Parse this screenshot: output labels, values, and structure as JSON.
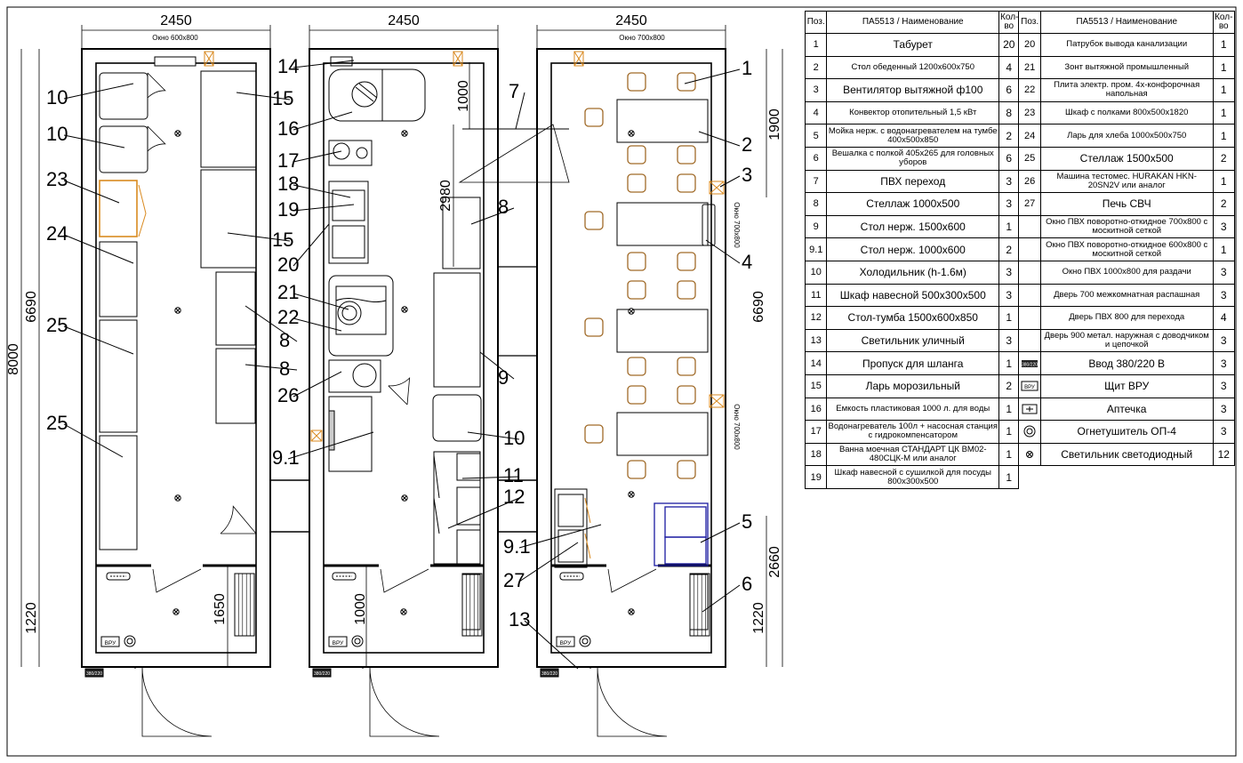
{
  "dims": {
    "width_label": "2450",
    "total_height": "8000",
    "hall_length": "6690",
    "vestibule": "1220",
    "d1650": "1650",
    "d1000": "1000",
    "d2980": "2980",
    "d1900": "1900",
    "d2660": "2660",
    "win1_label": "Окно 600х800",
    "win3_label": "Окно 700х800",
    "side_window": "Окно 700х800"
  },
  "callouts": {
    "p1": [
      "10",
      "10",
      "23",
      "24",
      "25",
      "25",
      "15",
      "15",
      "8",
      "8"
    ],
    "p2": [
      "14",
      "16",
      "17",
      "18",
      "19",
      "20",
      "21",
      "22",
      "26",
      "9.1",
      "7",
      "8",
      "9",
      "10",
      "11",
      "12",
      "9.1",
      "27",
      "13"
    ],
    "p3": [
      "1",
      "2",
      "3",
      "4",
      "5",
      "6"
    ]
  },
  "tags": {
    "vru": "ВРУ",
    "vvod": "380/220"
  },
  "legend": {
    "headers": {
      "pos": "Поз.",
      "name": "ПА5513 / Наименование",
      "qty": "Кол-во"
    },
    "left": [
      {
        "pos": "1",
        "name": "Табурет",
        "qty": "20"
      },
      {
        "pos": "2",
        "name": "Стол обеденный 1200х600х750",
        "qty": "4"
      },
      {
        "pos": "3",
        "name": "Вентилятор вытяжной ф100",
        "qty": "6"
      },
      {
        "pos": "4",
        "name": "Конвектор отопительный 1,5 кВт",
        "qty": "8"
      },
      {
        "pos": "5",
        "name": "Мойка нерж. с водонагревателем на тумбе 400х500х850",
        "qty": "2"
      },
      {
        "pos": "6",
        "name": "Вешалка с полкой 405х265 для головных уборов",
        "qty": "6"
      },
      {
        "pos": "7",
        "name": "ПВХ переход",
        "qty": "3"
      },
      {
        "pos": "8",
        "name": "Стеллаж 1000х500",
        "qty": "3"
      },
      {
        "pos": "9",
        "name": "Стол нерж. 1500х600",
        "qty": "1"
      },
      {
        "pos": "9.1",
        "name": "Стол нерж. 1000х600",
        "qty": "2"
      },
      {
        "pos": "10",
        "name": "Холодильник (h-1.6м)",
        "qty": "3"
      },
      {
        "pos": "11",
        "name": "Шкаф навесной 500х300х500",
        "qty": "3"
      },
      {
        "pos": "12",
        "name": "Стол-тумба 1500х600х850",
        "qty": "1"
      },
      {
        "pos": "13",
        "name": "Светильник уличный",
        "qty": "3"
      },
      {
        "pos": "14",
        "name": "Пропуск для шланга",
        "qty": "1"
      },
      {
        "pos": "15",
        "name": "Ларь морозильный",
        "qty": "2"
      },
      {
        "pos": "16",
        "name": "Емкость пластиковая 1000 л. для воды",
        "qty": "1"
      },
      {
        "pos": "17",
        "name": "Водонагреватель 100л + насосная станция с гидрокомпенсатором",
        "qty": "1"
      },
      {
        "pos": "18",
        "name": "Ванна моечная СТАНДАРТ ЦК ВМ02-480СЦК-М или аналог",
        "qty": "1"
      },
      {
        "pos": "19",
        "name": "Шкаф навесной с сушилкой для посуды 800х300х500",
        "qty": "1"
      }
    ],
    "right": [
      {
        "pos": "20",
        "name": "Патрубок вывода канализации",
        "qty": "1"
      },
      {
        "pos": "21",
        "name": "Зонт вытяжной промышленный",
        "qty": "1"
      },
      {
        "pos": "22",
        "name": "Плита электр. пром. 4х-конфорочная напольная",
        "qty": "1"
      },
      {
        "pos": "23",
        "name": "Шкаф с полками 800х500х1820",
        "qty": "1"
      },
      {
        "pos": "24",
        "name": "Ларь для хлеба 1000х500х750",
        "qty": "1"
      },
      {
        "pos": "25",
        "name": "Стеллаж 1500х500",
        "qty": "2"
      },
      {
        "pos": "26",
        "name": "Машина тестомес. HURAKAN HKN-20SN2V или аналог",
        "qty": "1"
      },
      {
        "pos": "27",
        "name": "Печь СВЧ",
        "qty": "2"
      },
      {
        "pos": "",
        "name": "Окно ПВХ поворотно-откидное 700х800 с москитной сеткой",
        "qty": "3"
      },
      {
        "pos": "",
        "name": "Окно ПВХ поворотно-откидное 600х800 с москитной сеткой",
        "qty": "1"
      },
      {
        "pos": "",
        "name": "Окно ПВХ 1000х800 для раздачи",
        "qty": "3"
      },
      {
        "pos": "",
        "name": "Дверь 700 межкомнатная распашная",
        "qty": "3"
      },
      {
        "pos": "",
        "name": "Дверь ПВХ 800 для перехода",
        "qty": "4"
      },
      {
        "pos": "",
        "name": "Дверь 900 метал. наружная с доводчиком и цепочкой",
        "qty": "3"
      },
      {
        "pos": "",
        "sym": "vvod",
        "sym_label": "380/220",
        "name": "Ввод 380/220 В",
        "qty": "3"
      },
      {
        "pos": "",
        "sym": "vru",
        "sym_label": "ВРУ",
        "name": "Щит ВРУ",
        "qty": "3"
      },
      {
        "pos": "",
        "sym": "aid",
        "name": "Аптечка",
        "qty": "3"
      },
      {
        "pos": "",
        "sym": "ext",
        "name": "Огнетушитель ОП-4",
        "qty": "3"
      },
      {
        "pos": "",
        "sym": "lamp",
        "name": "Светильник светодиодный",
        "qty": "12"
      }
    ]
  }
}
